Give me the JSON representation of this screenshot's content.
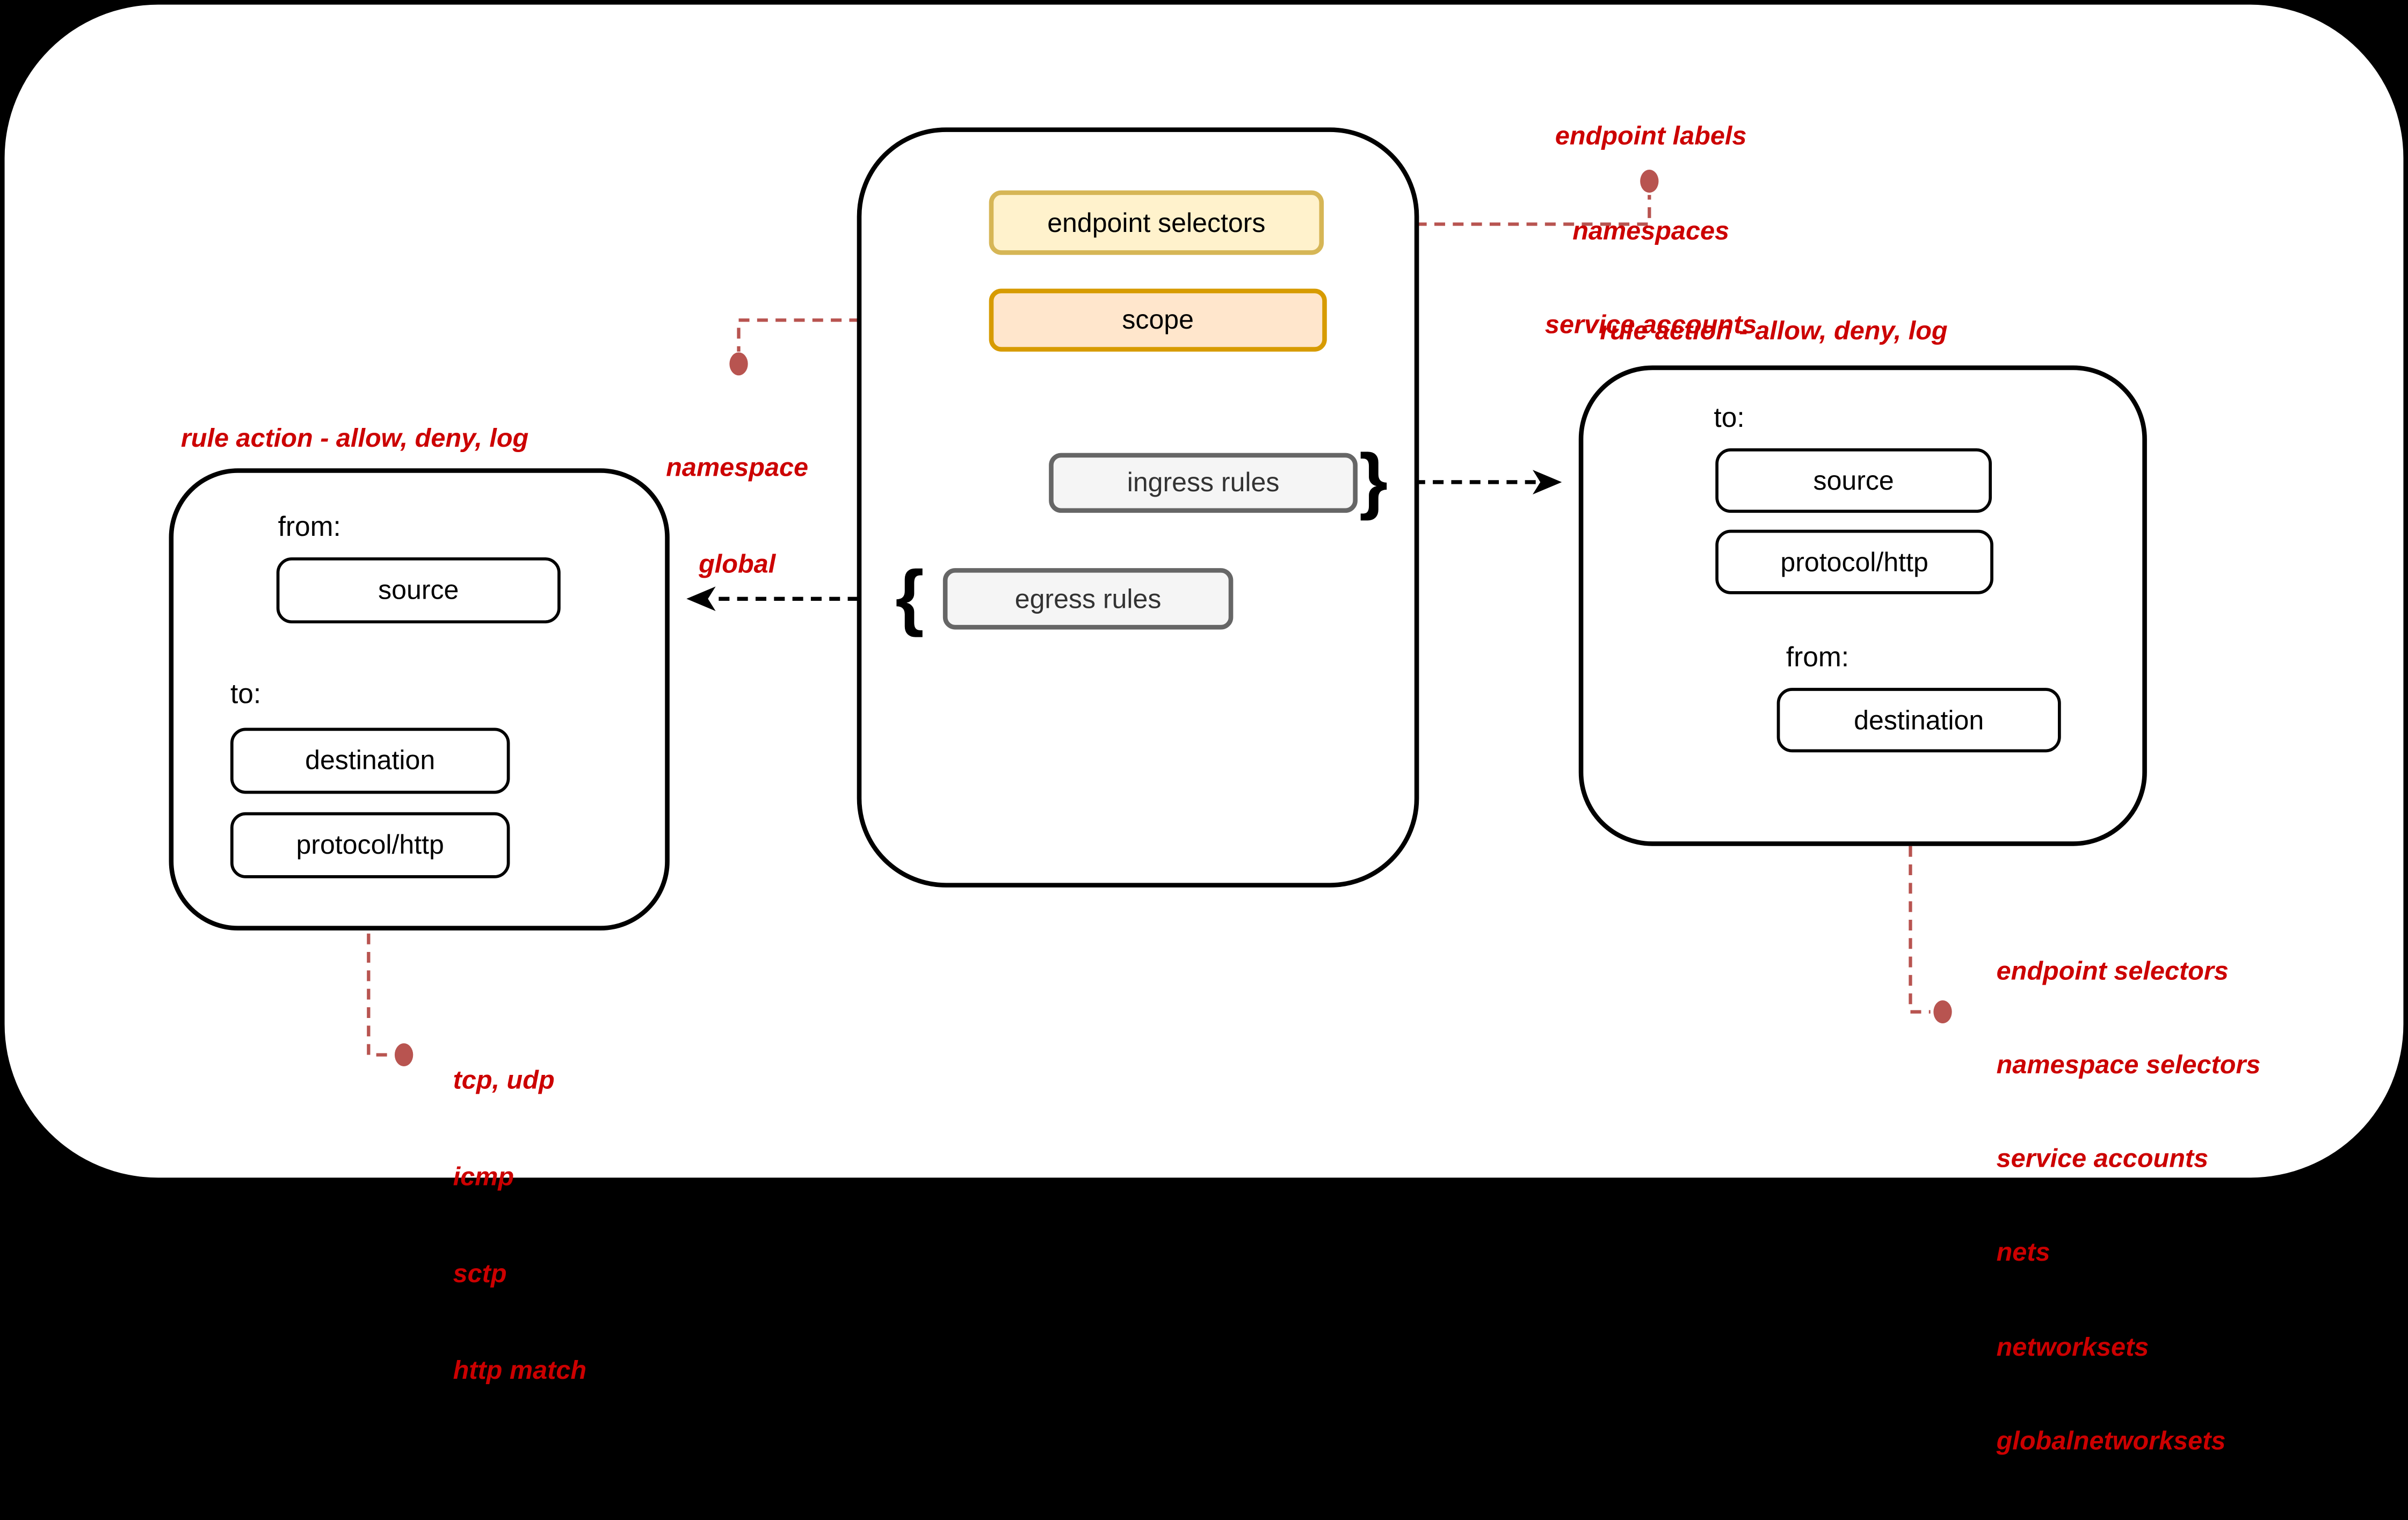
{
  "colors": {
    "background": "#000000",
    "canvas": "#FFFFFF",
    "annotation_text_red": "#CC0000",
    "connector_red": "#B85450",
    "endpoint_selectors_fill": "#FFF2CC",
    "endpoint_selectors_border": "#D6B656",
    "scope_fill": "#FFE6CC",
    "scope_border": "#D79B00",
    "rules_fill": "#F5F5F5",
    "rules_border": "#666666",
    "line_black": "#000000"
  },
  "policy": {
    "endpoint_selectors": "endpoint selectors",
    "scope": "scope",
    "ingress_rules": "ingress rules",
    "egress_rules": "egress rules",
    "ingress_brace": "}",
    "egress_brace": "{"
  },
  "left_rule_box": {
    "title": "rule action - allow, deny, log",
    "from_label": "from:",
    "source": "source",
    "to_label": "to:",
    "destination": "destination",
    "protocol": "protocol/http"
  },
  "right_rule_box": {
    "title": "rule action - allow, deny, log",
    "to_label": "to:",
    "source": "source",
    "protocol": "protocol/http",
    "from_label": "from:",
    "destination": "destination"
  },
  "annotations": {
    "endpoint_note": {
      "lines": [
        "endpoint labels",
        "namespaces",
        "service accounts"
      ]
    },
    "scope_note": {
      "lines": [
        "namespace",
        "global"
      ]
    },
    "protocol_note": {
      "lines": [
        "tcp, udp",
        "icmp",
        "sctp",
        "http match"
      ]
    },
    "destination_note": {
      "lines": [
        "endpoint selectors",
        "namespace selectors",
        "service accounts",
        "nets",
        "networksets",
        "globalnetworksets"
      ]
    }
  }
}
